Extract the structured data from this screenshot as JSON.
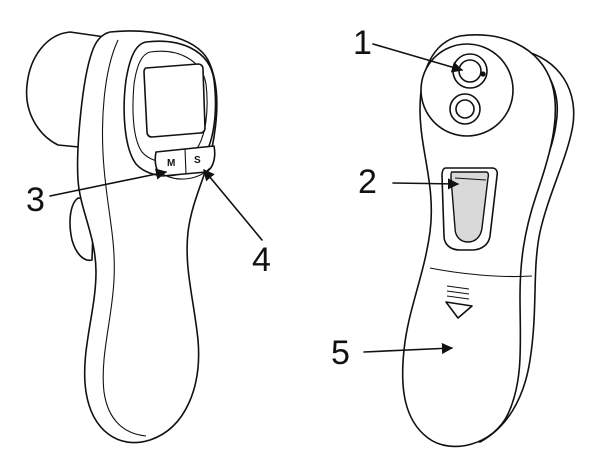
{
  "buttons": {
    "m_label": "M",
    "s_label": "S"
  },
  "callouts": [
    "1",
    "2",
    "3",
    "4",
    "5"
  ]
}
